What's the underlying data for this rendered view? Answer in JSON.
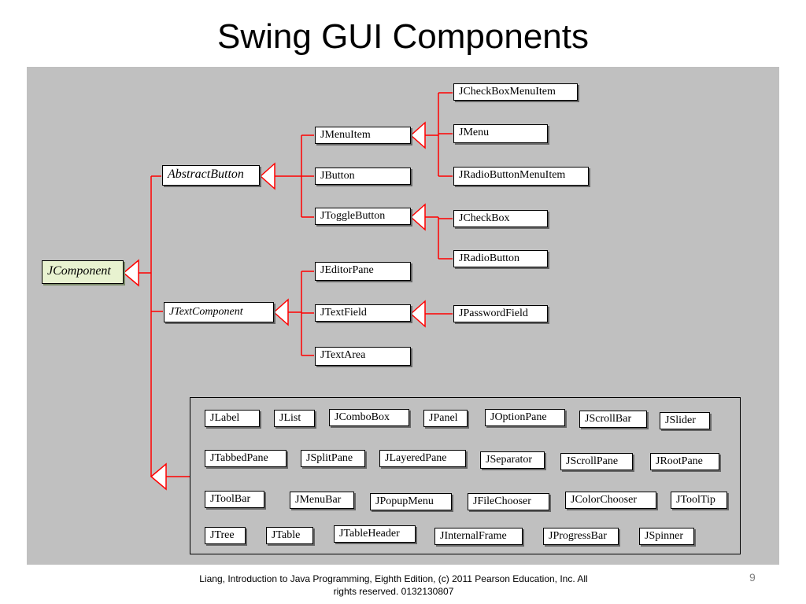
{
  "title": "Swing GUI Components",
  "nodes": {
    "jcomponent": "JComponent",
    "abstractbutton": "AbstractButton",
    "jtextcomponent": "JTextComponent",
    "jmenuitem": "JMenuItem",
    "jbutton": "JButton",
    "jtogglebutton": "JToggleButton",
    "jcheckboxmenuitem": "JCheckBoxMenuItem",
    "jmenu": "JMenu",
    "jradiobuttonmenuitem": "JRadioButtonMenuItem",
    "jcheckbox": "JCheckBox",
    "jradiobutton": "JRadioButton",
    "jeditorpane": "JEditorPane",
    "jtextfield": "JTextField",
    "jtextarea": "JTextArea",
    "jpasswordfield": "JPasswordField"
  },
  "group_components": [
    "JLabel",
    "JList",
    "JComboBox",
    "JPanel",
    "JOptionPane",
    "JScrollBar",
    "JSlider",
    "JTabbedPane",
    "JSplitPane",
    "JLayeredPane",
    "JSeparator",
    "JScrollPane",
    "JRootPane",
    "JToolBar",
    "JMenuBar",
    "JPopupMenu",
    "JFileChooser",
    "JColorChooser",
    "JToolTip",
    "JTree",
    "JTable",
    "JTableHeader",
    "JInternalFrame",
    "JProgressBar",
    "JSpinner"
  ],
  "colors": {
    "connector": "#ff0000",
    "panel": "#c0c0c0",
    "jcomponent_fill": "#e8f2d0"
  },
  "footer": {
    "line1": "Liang, Introduction to Java Programming, Eighth Edition, (c) 2011 Pearson Education, Inc. All",
    "line2": "rights reserved. 0132130807"
  },
  "page_number": "9"
}
